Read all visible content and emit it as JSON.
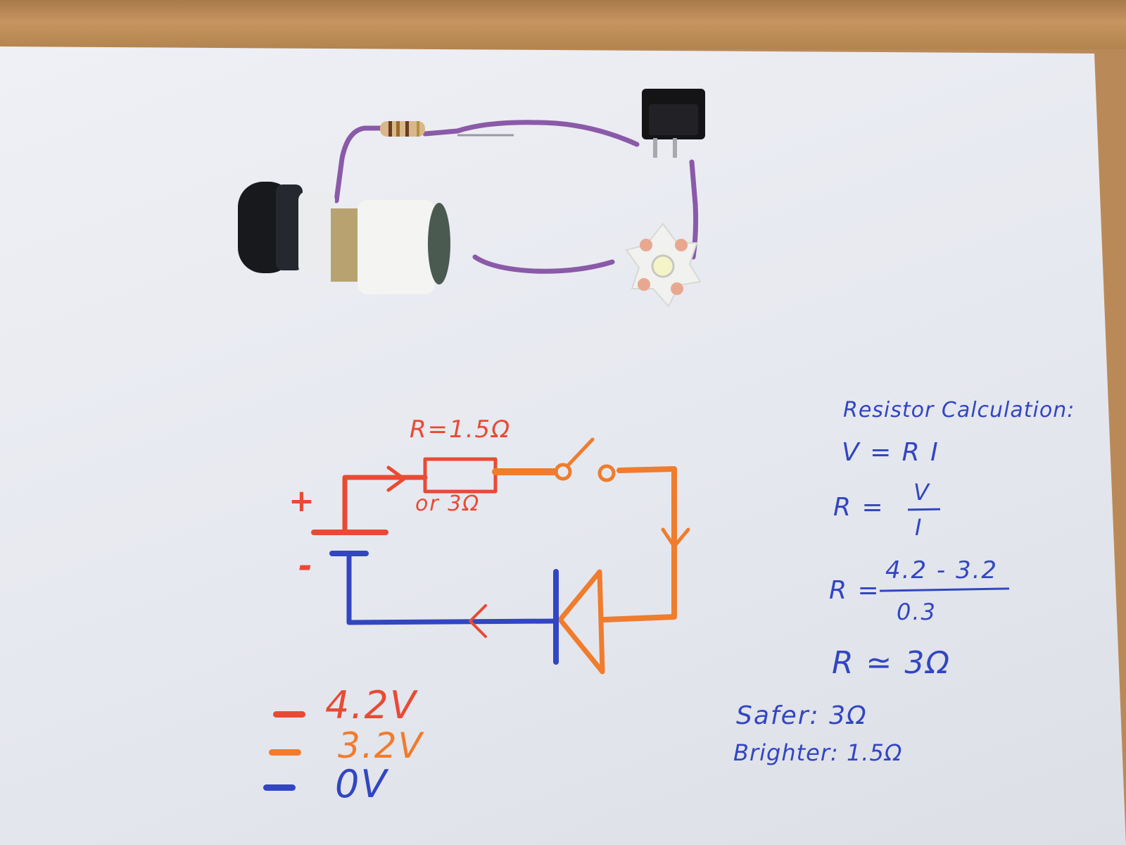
{
  "schematic": {
    "resistor_label": "R=1.5Ω",
    "resistor_alt_label": "or 3Ω",
    "plus_sign": "+",
    "minus_sign": "-"
  },
  "legend": [
    {
      "label": "4.2V",
      "color": "#e84a34"
    },
    {
      "label": "3.2V",
      "color": "#f07c2c"
    },
    {
      "label": "0V",
      "color": "#3246c2"
    }
  ],
  "calculation": {
    "heading": "Resistor Calculation:",
    "formula": "V = R I",
    "r_lhs": "R =",
    "r_num": "V",
    "r_den": "I",
    "sub_lhs": "R =",
    "sub_num": "4.2 - 3.2",
    "sub_den": "0.3",
    "result": "R ≃ 3Ω",
    "safer": "Safer: 3Ω",
    "brighter": "Brighter: 1.5Ω"
  },
  "colors": {
    "high": "#e84a34",
    "mid": "#f07c2c",
    "low": "#3246c2",
    "wire": "#8a5aa8"
  }
}
